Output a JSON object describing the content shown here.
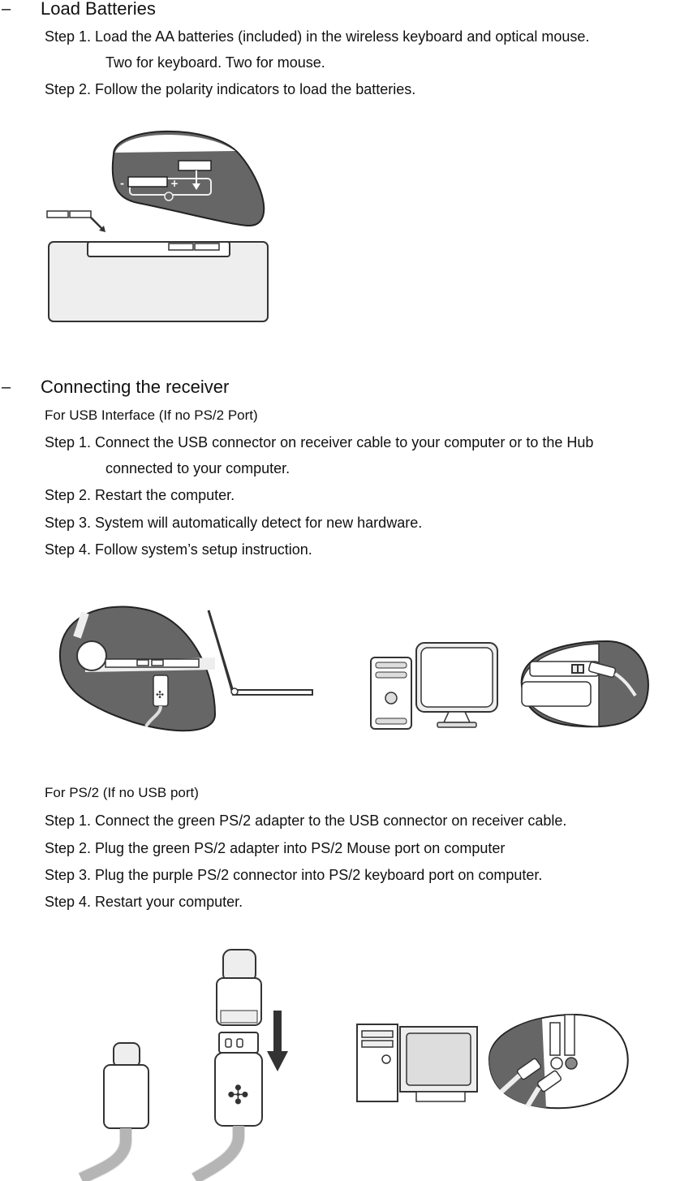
{
  "section1": {
    "bullet": "–",
    "heading": "Load Batteries",
    "steps": [
      "Step 1. Load the AA batteries (included) in the wireless keyboard and optical mouse.",
      "Two for keyboard. Two for mouse.",
      "Step 2. Follow the polarity indicators to load the batteries."
    ],
    "figure_icon": "battery-compartment-illustration"
  },
  "section2": {
    "bullet": "–",
    "heading": "Connecting the receiver",
    "usb": {
      "subheading": "For USB Interface (If no PS/2 Port)",
      "steps": [
        "Step 1. Connect the USB connector on receiver cable to your computer or to the Hub",
        "connected to your computer.",
        "Step 2. Restart the computer.",
        "Step 3. System will automatically detect for new hardware.",
        "Step 4. Follow system’s setup instruction."
      ],
      "figure_icons": [
        "laptop-usb-port-illustration",
        "desktop-computer-illustration",
        "usb-plug-closeup-illustration"
      ]
    },
    "ps2": {
      "subheading": "For PS/2 (If no USB port)",
      "steps": [
        "Step 1. Connect the green PS/2 adapter to the USB connector on receiver cable.",
        "Step 2. Plug the green PS/2 adapter into PS/2 Mouse port on computer",
        "Step 3. Plug the purple PS/2 connector into PS/2 keyboard port on computer.",
        "Step 4. Restart your computer."
      ],
      "figure_icons": [
        "ps2-connector-illustration",
        "usb-to-ps2-adapter-illustration",
        "desktop-tower-illustration",
        "ps2-port-closeup-illustration"
      ]
    }
  },
  "colors": {
    "text": "#111111",
    "illustration_dark": "#555555",
    "illustration_light": "#eeeeee",
    "outline": "#333333"
  }
}
